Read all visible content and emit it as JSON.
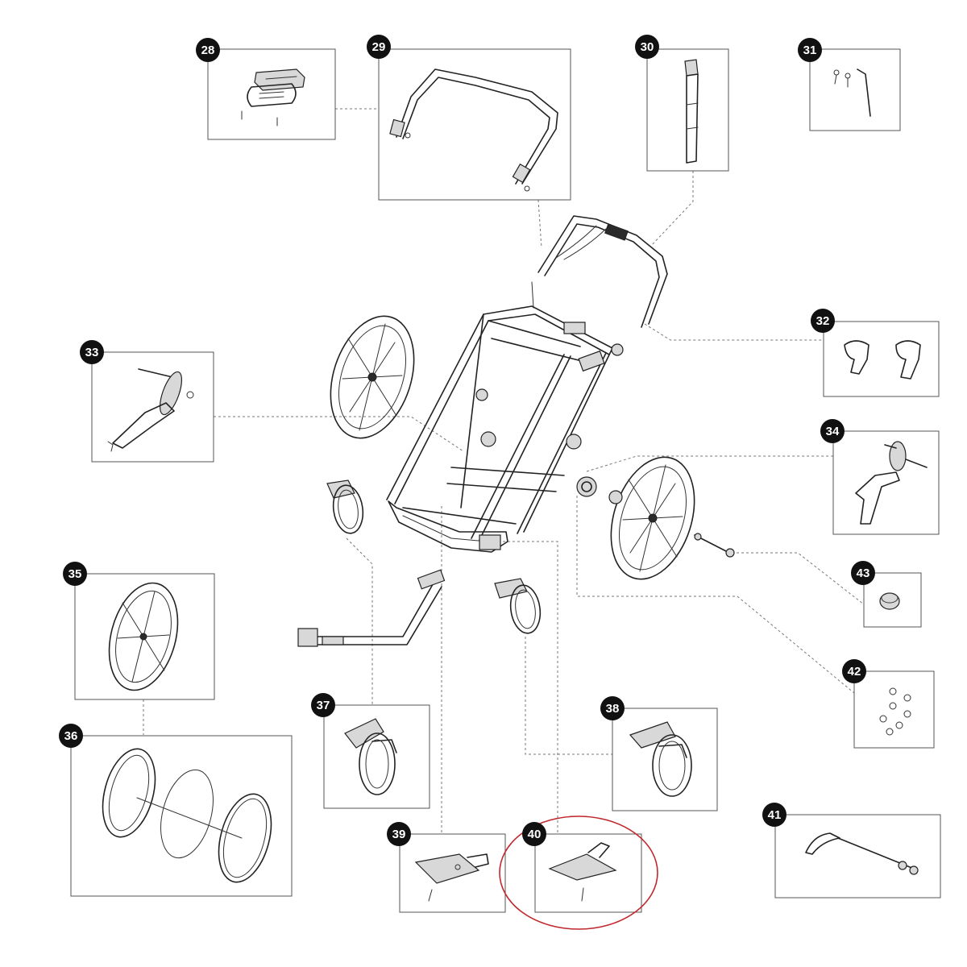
{
  "parts": [
    {
      "id": "28",
      "label": "28",
      "icon": "handlebar-grip-icon"
    },
    {
      "id": "29",
      "label": "29",
      "icon": "handlebar-frame-icon"
    },
    {
      "id": "30",
      "label": "30",
      "icon": "wrist-strap-icon"
    },
    {
      "id": "31",
      "label": "31",
      "icon": "screws-and-hex-key-icon"
    },
    {
      "id": "32",
      "label": "32",
      "icon": "handlebar-clips-icon"
    },
    {
      "id": "33",
      "label": "33",
      "icon": "left-wheel-mount-icon"
    },
    {
      "id": "34",
      "label": "34",
      "icon": "right-wheel-mount-icon"
    },
    {
      "id": "35",
      "label": "35",
      "icon": "rear-wheel-icon"
    },
    {
      "id": "36",
      "label": "36",
      "icon": "tire-tube-rim-icon"
    },
    {
      "id": "37",
      "label": "37",
      "icon": "left-stroller-wheel-icon"
    },
    {
      "id": "38",
      "label": "38",
      "icon": "right-stroller-wheel-icon"
    },
    {
      "id": "39",
      "label": "39",
      "icon": "left-wheel-adapter-icon"
    },
    {
      "id": "40",
      "label": "40",
      "icon": "right-wheel-adapter-icon"
    },
    {
      "id": "41",
      "label": "41",
      "icon": "quick-release-skewer-icon"
    },
    {
      "id": "42",
      "label": "42",
      "icon": "bolt-set-icon"
    },
    {
      "id": "43",
      "label": "43",
      "icon": "axle-cap-icon"
    }
  ],
  "highlighted_part": "40",
  "colors": {
    "highlight": "#c0282d",
    "badge": "#111111"
  }
}
